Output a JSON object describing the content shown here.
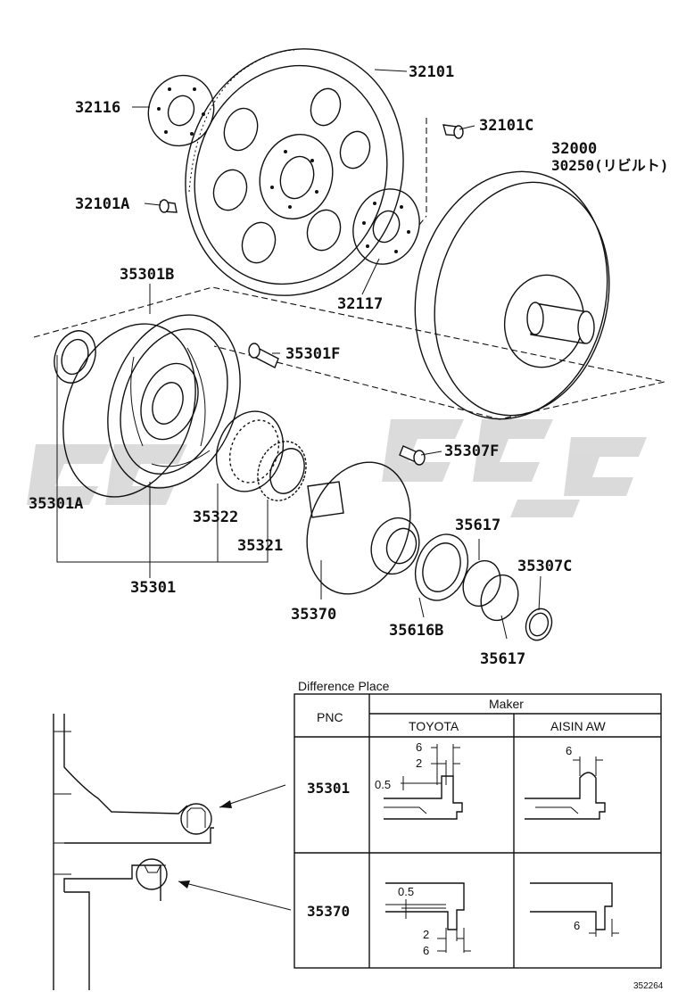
{
  "part_labels": {
    "p32101": "32101",
    "p32116": "32116",
    "p32101C": "32101C",
    "p32000": "32000",
    "p30250": "30250(リビルト)",
    "p32101A": "32101A",
    "p35301B": "35301B",
    "p32117": "32117",
    "p35301F": "35301F",
    "p35307F": "35307F",
    "p35301A": "35301A",
    "p35322": "35322",
    "p35321": "35321",
    "p35617a": "35617",
    "p35307C": "35307C",
    "p35301": "35301",
    "p35370": "35370",
    "p35616B": "35616B",
    "p35617b": "35617"
  },
  "difference_table": {
    "title": "Difference Place",
    "pnc_header": "PNC",
    "maker_header": "Maker",
    "makers": [
      "TOYOTA",
      "AISIN AW"
    ],
    "rows": [
      {
        "pnc": "35301",
        "toyota_dims": [
          "6",
          "2",
          "0.5"
        ],
        "aisin_dims": [
          "6"
        ]
      },
      {
        "pnc": "35370",
        "toyota_dims": [
          "0.5",
          "2",
          "6"
        ],
        "aisin_dims": [
          "6"
        ]
      }
    ]
  },
  "reference_number": "352264",
  "watermark_text": "c",
  "colors": {
    "ink": "#111111",
    "watermark": "#cfcfcf",
    "background": "#ffffff"
  }
}
